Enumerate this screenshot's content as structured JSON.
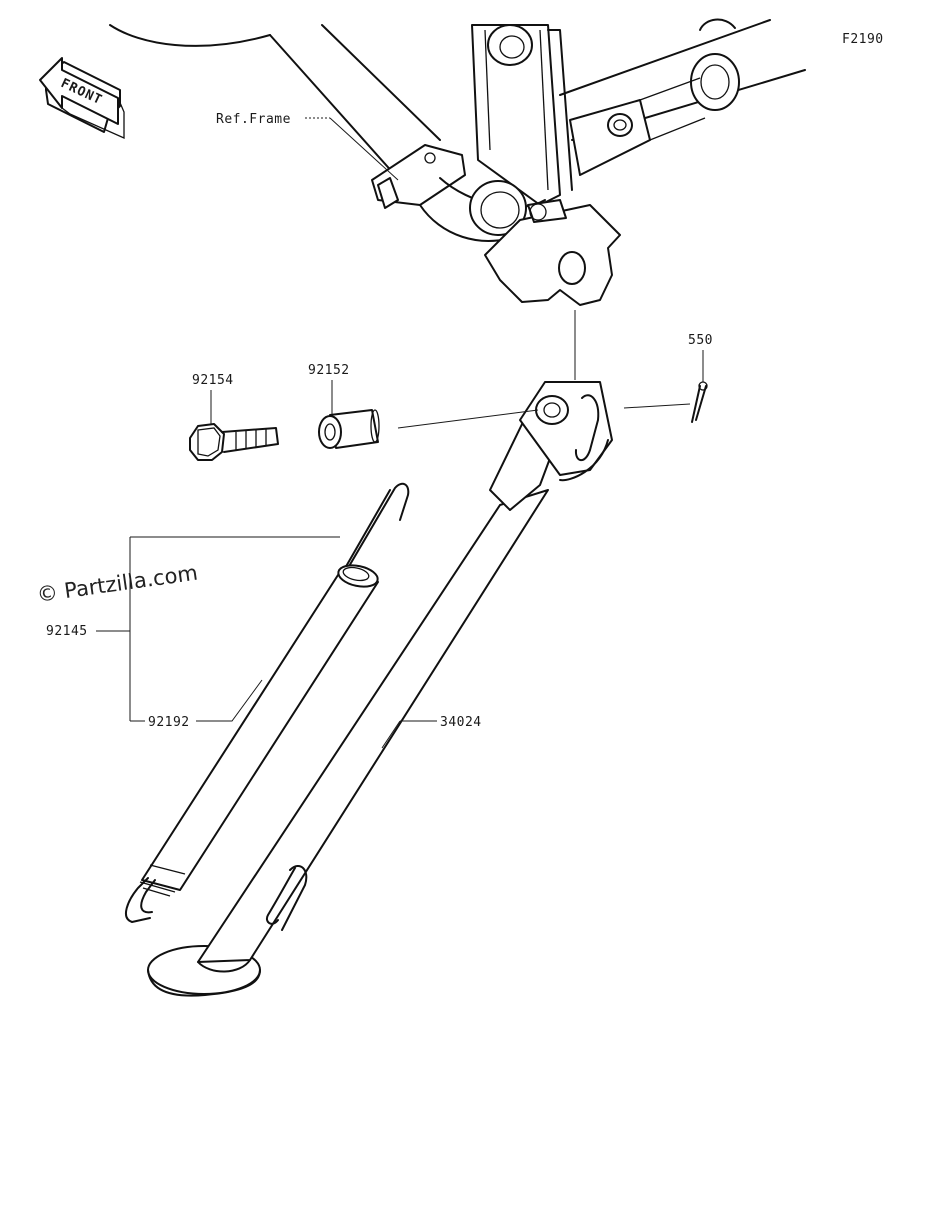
{
  "diagram": {
    "figure_code": "F2190",
    "front_label": "FRONT",
    "watermark": "© Partzilla.com",
    "ref_label": "Ref.Frame",
    "parts": [
      {
        "number": "92154"
      },
      {
        "number": "92152"
      },
      {
        "number": "550"
      },
      {
        "number": "92145"
      },
      {
        "number": "92192"
      },
      {
        "number": "34024"
      }
    ]
  }
}
